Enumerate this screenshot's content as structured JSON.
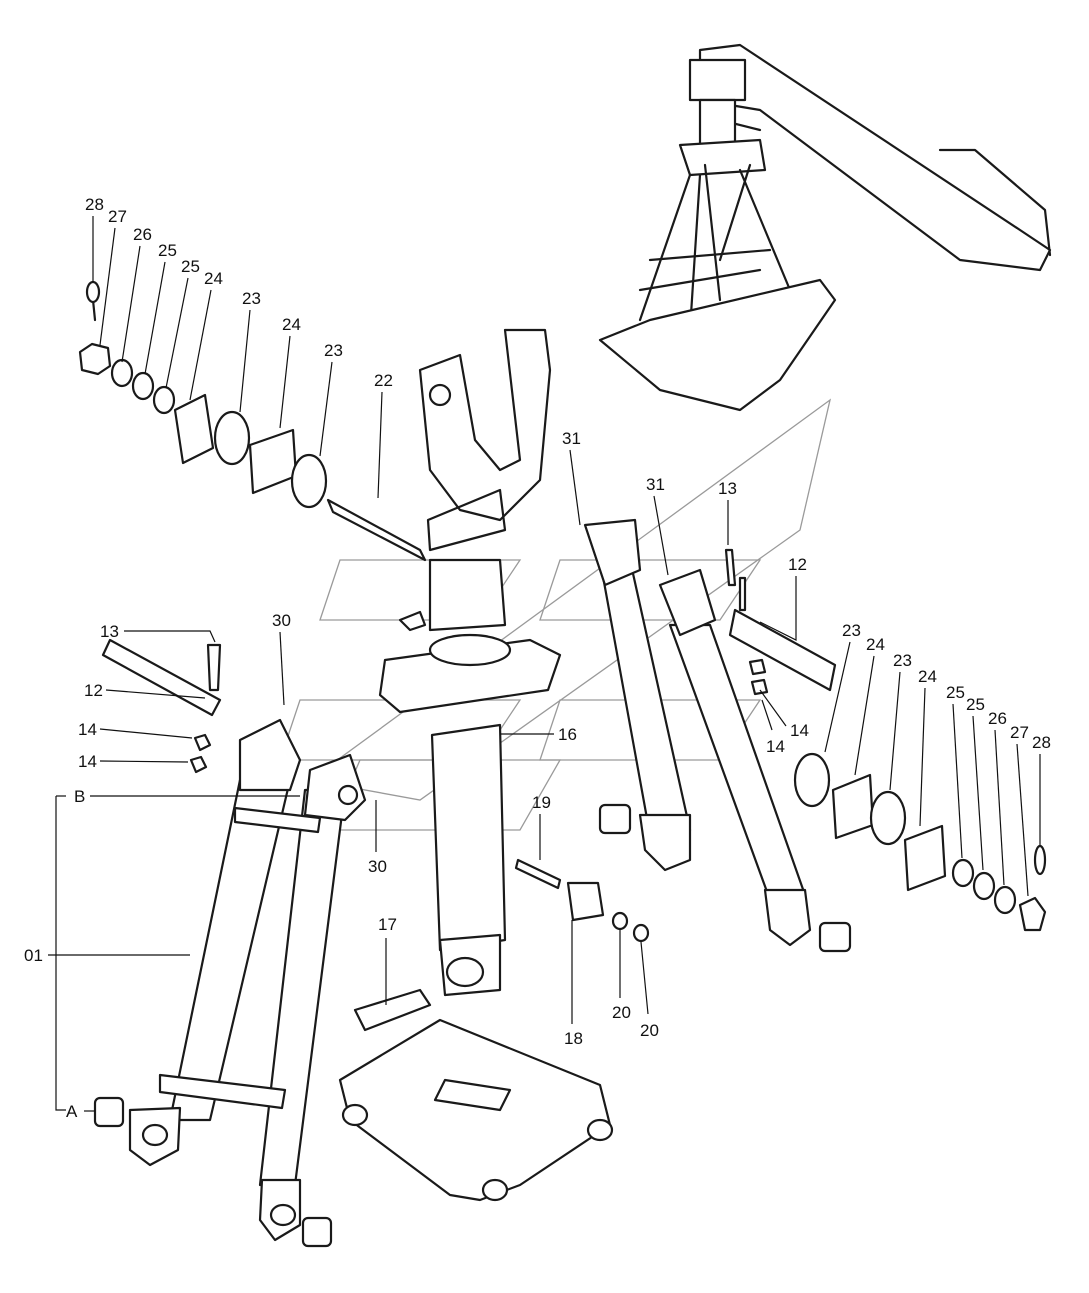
{
  "labels": {
    "p28a": "28",
    "p27a": "27",
    "p26a": "26",
    "p25a": "25",
    "p25b": "25",
    "p24a": "24",
    "p23a": "23",
    "p24b": "24",
    "p23b": "23",
    "p22": "22",
    "p31a": "31",
    "p31b": "31",
    "p13a": "13",
    "p12a": "12",
    "p13b": "13",
    "p30a": "30",
    "p12b": "12",
    "p14a": "14",
    "p14b": "14",
    "p14c": "14",
    "p14d": "14",
    "pB": "B",
    "p30b": "30",
    "p16": "16",
    "p19": "19",
    "p23c": "23",
    "p24c": "24",
    "p23d": "23",
    "p24d": "24",
    "p25c": "25",
    "p25d": "25",
    "p26b": "26",
    "p27b": "27",
    "p28b": "28",
    "p01": "01",
    "p17": "17",
    "p18": "18",
    "p20a": "20",
    "p20b": "20",
    "pA": "A"
  }
}
